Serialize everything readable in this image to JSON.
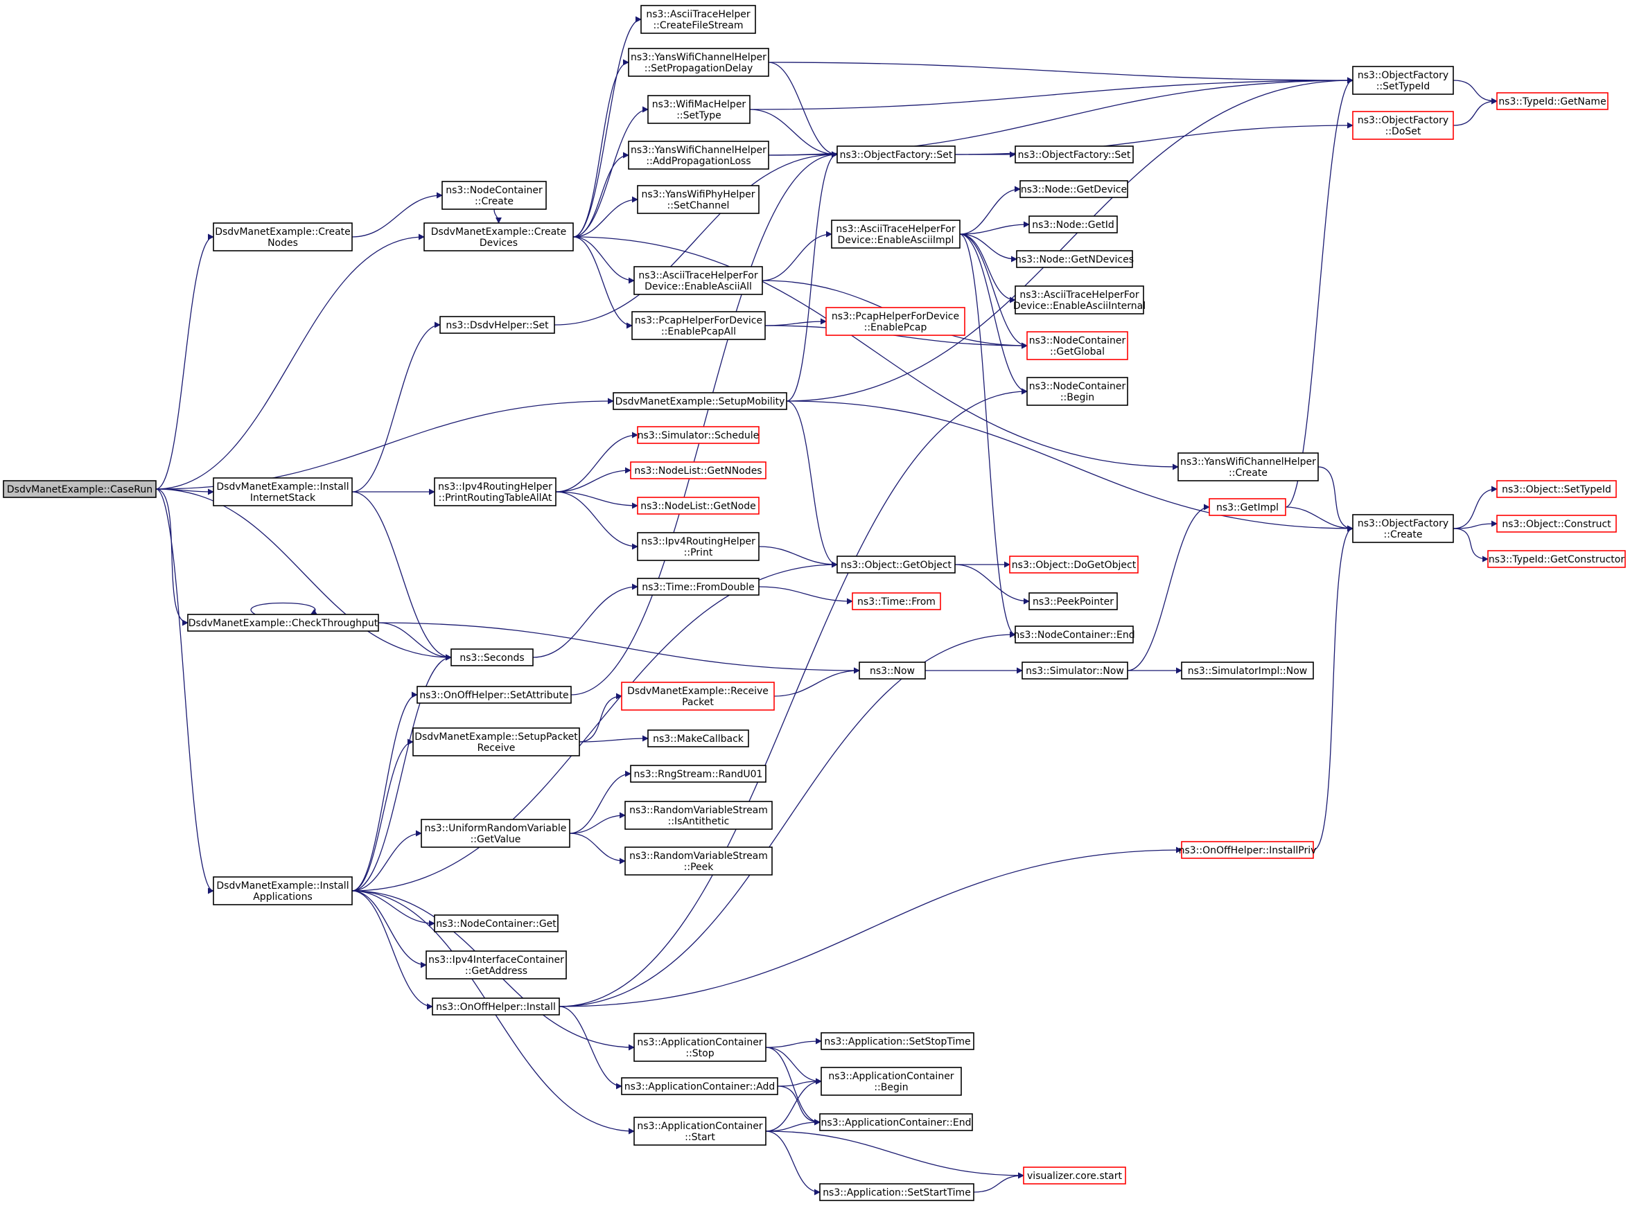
{
  "colors": {
    "edge": "#191970",
    "node_border": "#000000",
    "node_border_red": "#ff0000",
    "root_fill": "#bfbfbf",
    "node_fill": "#ffffff"
  },
  "nodes": {
    "caserun": {
      "lines": [
        "DsdvManetExample::CaseRun"
      ],
      "kind": "root"
    },
    "createnodes": {
      "lines": [
        "DsdvManetExample::Create",
        "Nodes"
      ],
      "kind": "normal"
    },
    "createdevices": {
      "lines": [
        "DsdvManetExample::Create",
        "Devices"
      ],
      "kind": "normal"
    },
    "installinternetstack": {
      "lines": [
        "DsdvManetExample::Install",
        "InternetStack"
      ],
      "kind": "normal"
    },
    "checkthroughput": {
      "lines": [
        "DsdvManetExample::CheckThroughput"
      ],
      "kind": "normal"
    },
    "installapps": {
      "lines": [
        "DsdvManetExample::Install",
        "Applications"
      ],
      "kind": "normal"
    },
    "nodecontainer_create": {
      "lines": [
        "ns3::NodeContainer",
        "::Create"
      ],
      "kind": "normal"
    },
    "dsdvhelper_set": {
      "lines": [
        "ns3::DsdvHelper::Set"
      ],
      "kind": "normal"
    },
    "seconds": {
      "lines": [
        "ns3::Seconds"
      ],
      "kind": "normal"
    },
    "onoff_setattr": {
      "lines": [
        "ns3::OnOffHelper::SetAttribute"
      ],
      "kind": "normal"
    },
    "setup_packet_receive": {
      "lines": [
        "DsdvManetExample::SetupPacket",
        "Receive"
      ],
      "kind": "normal"
    },
    "uniform_getvalue": {
      "lines": [
        "ns3::UniformRandomVariable",
        "::GetValue"
      ],
      "kind": "normal"
    },
    "nodecontainer_get": {
      "lines": [
        "ns3::NodeContainer::Get"
      ],
      "kind": "normal"
    },
    "ipv4if_getaddress": {
      "lines": [
        "ns3::Ipv4InterfaceContainer",
        "::GetAddress"
      ],
      "kind": "normal"
    },
    "onoff_install": {
      "lines": [
        "ns3::OnOffHelper::Install"
      ],
      "kind": "normal"
    },
    "ipv4routing_printall": {
      "lines": [
        "ns3::Ipv4RoutingHelper",
        "::PrintRoutingTableAllAt"
      ],
      "kind": "normal"
    },
    "ascii_createfilestream": {
      "lines": [
        "ns3::AsciiTraceHelper",
        "::CreateFileStream"
      ],
      "kind": "normal"
    },
    "yanswifichannel_setprop": {
      "lines": [
        "ns3::YansWifiChannelHelper",
        "::SetPropagationDelay"
      ],
      "kind": "normal"
    },
    "wifimac_settype": {
      "lines": [
        "ns3::WifiMacHelper",
        "::SetType"
      ],
      "kind": "normal"
    },
    "yanswifichannel_addloss": {
      "lines": [
        "ns3::YansWifiChannelHelper",
        "::AddPropagationLoss"
      ],
      "kind": "normal"
    },
    "yanswifiphy_setchannel": {
      "lines": [
        "ns3::YansWifiPhyHelper",
        "::SetChannel"
      ],
      "kind": "normal"
    },
    "ascii_enableasciiall": {
      "lines": [
        "ns3::AsciiTraceHelperFor",
        "Device::EnableAsciiAll"
      ],
      "kind": "normal"
    },
    "pcap_enablepcapall": {
      "lines": [
        "ns3::PcapHelperForDevice",
        "::EnablePcapAll"
      ],
      "kind": "normal"
    },
    "setupmobility": {
      "lines": [
        "DsdvManetExample::SetupMobility"
      ],
      "kind": "normal"
    },
    "sim_schedule": {
      "lines": [
        "ns3::Simulator::Schedule"
      ],
      "kind": "red"
    },
    "nodelist_getnnodes": {
      "lines": [
        "ns3::NodeList::GetNNodes"
      ],
      "kind": "red"
    },
    "nodelist_getnode": {
      "lines": [
        "ns3::NodeList::GetNode"
      ],
      "kind": "red"
    },
    "ipv4routing_print": {
      "lines": [
        "ns3::Ipv4RoutingHelper",
        "::Print"
      ],
      "kind": "normal"
    },
    "time_fromdouble": {
      "lines": [
        "ns3::Time::FromDouble"
      ],
      "kind": "normal"
    },
    "receive_packet": {
      "lines": [
        "DsdvManetExample::Receive",
        "Packet"
      ],
      "kind": "red"
    },
    "makecallback": {
      "lines": [
        "ns3::MakeCallback"
      ],
      "kind": "normal"
    },
    "rng_randu01": {
      "lines": [
        "ns3::RngStream::RandU01"
      ],
      "kind": "normal"
    },
    "rvs_isantithetic": {
      "lines": [
        "ns3::RandomVariableStream",
        "::IsAntithetic"
      ],
      "kind": "normal"
    },
    "rvs_peek": {
      "lines": [
        "ns3::RandomVariableStream",
        "::Peek"
      ],
      "kind": "normal"
    },
    "appcontainer_stop": {
      "lines": [
        "ns3::ApplicationContainer",
        "::Stop"
      ],
      "kind": "normal"
    },
    "appcontainer_add": {
      "lines": [
        "ns3::ApplicationContainer::Add"
      ],
      "kind": "normal"
    },
    "appcontainer_start": {
      "lines": [
        "ns3::ApplicationContainer",
        "::Start"
      ],
      "kind": "normal"
    },
    "objectfactory_set": {
      "lines": [
        "ns3::ObjectFactory::Set"
      ],
      "kind": "normal"
    },
    "ascii_enableasciiimpl": {
      "lines": [
        "ns3::AsciiTraceHelperFor",
        "Device::EnableAsciiImpl"
      ],
      "kind": "normal"
    },
    "pcap_enablepcap": {
      "lines": [
        "ns3::PcapHelperForDevice",
        "::EnablePcap"
      ],
      "kind": "red"
    },
    "object_getobject": {
      "lines": [
        "ns3::Object::GetObject"
      ],
      "kind": "normal"
    },
    "time_from": {
      "lines": [
        "ns3::Time::From"
      ],
      "kind": "red"
    },
    "now": {
      "lines": [
        "ns3::Now"
      ],
      "kind": "normal"
    },
    "app_setstoptime": {
      "lines": [
        "ns3::Application::SetStopTime"
      ],
      "kind": "normal"
    },
    "appcontainer_begin": {
      "lines": [
        "ns3::ApplicationContainer",
        "::Begin"
      ],
      "kind": "normal"
    },
    "appcontainer_end": {
      "lines": [
        "ns3::ApplicationContainer::End"
      ],
      "kind": "normal"
    },
    "app_setstarttime": {
      "lines": [
        "ns3::Application::SetStartTime"
      ],
      "kind": "normal"
    },
    "objectfactory_set2": {
      "lines": [
        "ns3::ObjectFactory::Set"
      ],
      "kind": "normal"
    },
    "node_getdevice": {
      "lines": [
        "ns3::Node::GetDevice"
      ],
      "kind": "normal"
    },
    "node_getid": {
      "lines": [
        "ns3::Node::GetId"
      ],
      "kind": "normal"
    },
    "node_getndevices": {
      "lines": [
        "ns3::Node::GetNDevices"
      ],
      "kind": "normal"
    },
    "ascii_enableasciiinternal": {
      "lines": [
        "ns3::AsciiTraceHelperFor",
        "Device::EnableAsciiInternal"
      ],
      "kind": "normal"
    },
    "nodecontainer_getglobal": {
      "lines": [
        "ns3::NodeContainer",
        "::GetGlobal"
      ],
      "kind": "red"
    },
    "nodecontainer_begin": {
      "lines": [
        "ns3::NodeContainer",
        "::Begin"
      ],
      "kind": "normal"
    },
    "object_dogetobject": {
      "lines": [
        "ns3::Object::DoGetObject"
      ],
      "kind": "red"
    },
    "peekpointer": {
      "lines": [
        "ns3::PeekPointer"
      ],
      "kind": "normal"
    },
    "nodecontainer_end": {
      "lines": [
        "ns3::NodeContainer::End"
      ],
      "kind": "normal"
    },
    "simulator_now": {
      "lines": [
        "ns3::Simulator::Now"
      ],
      "kind": "normal"
    },
    "visualizer_start": {
      "lines": [
        "visualizer.core.start"
      ],
      "kind": "red"
    },
    "yanswifichannel_create": {
      "lines": [
        "ns3::YansWifiChannelHelper",
        "::Create"
      ],
      "kind": "normal"
    },
    "getimpl": {
      "lines": [
        "ns3::GetImpl"
      ],
      "kind": "red"
    },
    "onoff_installpriv": {
      "lines": [
        "ns3::OnOffHelper::InstallPriv"
      ],
      "kind": "red"
    },
    "simulatorimpl_now": {
      "lines": [
        "ns3::SimulatorImpl::Now"
      ],
      "kind": "normal"
    },
    "objectfactory_settypeid": {
      "lines": [
        "ns3::ObjectFactory",
        "::SetTypeId"
      ],
      "kind": "normal"
    },
    "objectfactory_doset": {
      "lines": [
        "ns3::ObjectFactory",
        "::DoSet"
      ],
      "kind": "red"
    },
    "objectfactory_create": {
      "lines": [
        "ns3::ObjectFactory",
        "::Create"
      ],
      "kind": "normal"
    },
    "typeid_getname": {
      "lines": [
        "ns3::TypeId::GetName"
      ],
      "kind": "red"
    },
    "object_settypeid": {
      "lines": [
        "ns3::Object::SetTypeId"
      ],
      "kind": "red"
    },
    "object_construct": {
      "lines": [
        "ns3::Object::Construct"
      ],
      "kind": "red"
    },
    "typeid_getconstructor": {
      "lines": [
        "ns3::TypeId::GetConstructor"
      ],
      "kind": "red"
    }
  }
}
